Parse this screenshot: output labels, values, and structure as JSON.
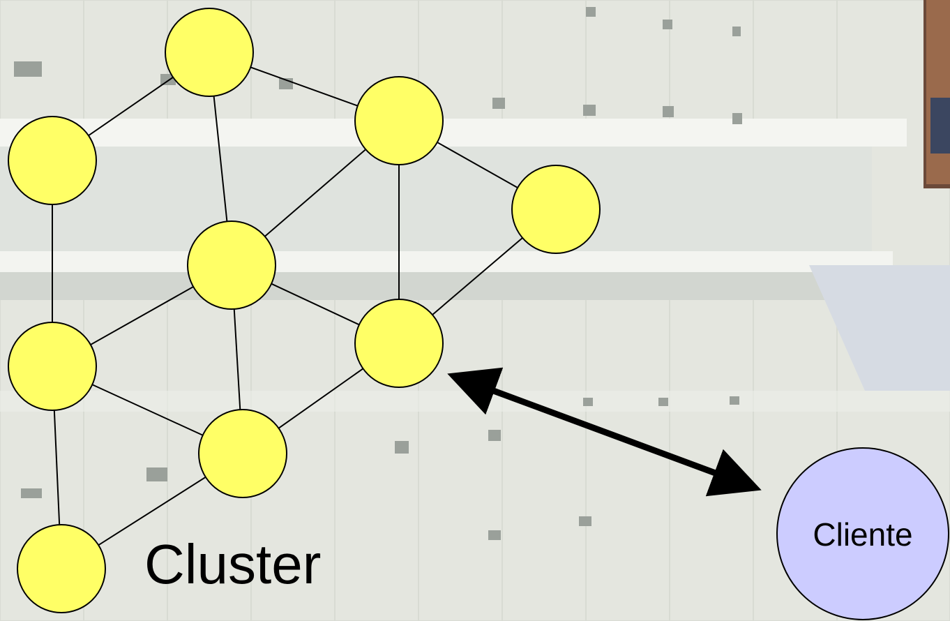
{
  "diagram": {
    "cluster_label": "Cluster",
    "client_label": "Cliente",
    "colors": {
      "node_fill": "#ffff66",
      "client_fill": "#ccccff",
      "stroke": "#000000",
      "background": "#eef0ea"
    },
    "nodes": [
      {
        "id": "n1"
      },
      {
        "id": "n2"
      },
      {
        "id": "n3"
      },
      {
        "id": "n4"
      },
      {
        "id": "n5"
      },
      {
        "id": "n6"
      },
      {
        "id": "n7"
      },
      {
        "id": "n8"
      },
      {
        "id": "n9"
      }
    ],
    "edges": [
      [
        "n1",
        "n2"
      ],
      [
        "n1",
        "n3"
      ],
      [
        "n1",
        "n5"
      ],
      [
        "n2",
        "n4"
      ],
      [
        "n2",
        "n5"
      ],
      [
        "n2",
        "n6"
      ],
      [
        "n3",
        "n7"
      ],
      [
        "n4",
        "n6"
      ],
      [
        "n5",
        "n6"
      ],
      [
        "n5",
        "n7"
      ],
      [
        "n5",
        "n8"
      ],
      [
        "n6",
        "n8"
      ],
      [
        "n7",
        "n8"
      ],
      [
        "n7",
        "n9"
      ],
      [
        "n8",
        "n9"
      ]
    ],
    "connection": {
      "from": "cluster",
      "to": "client",
      "type": "bidirectional-arrow"
    }
  }
}
